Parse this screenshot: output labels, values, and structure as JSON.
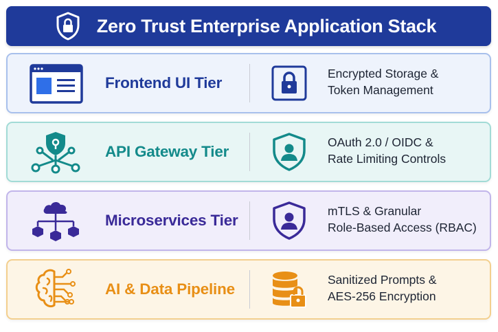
{
  "header": {
    "title": "Zero Trust Enterprise Application Stack",
    "icon": "shield-lock-icon"
  },
  "tiers": [
    {
      "title": "Frontend UI Tier",
      "left_icon": "browser-window-icon",
      "right_icon": "padlock-icon",
      "desc_line1": "Encrypted Storage &",
      "desc_line2": "Token Management",
      "accent": "#1f3a9a",
      "bg": "#eef3fc",
      "border": "#a8c0ec"
    },
    {
      "title": "API Gateway Tier",
      "left_icon": "shield-network-icon",
      "right_icon": "shield-user-icon",
      "desc_line1": "OAuth 2.0 / OIDC &",
      "desc_line2": "Rate Limiting Controls",
      "accent": "#138a8a",
      "bg": "#e8f6f5",
      "border": "#a2dbd6"
    },
    {
      "title": "Microservices Tier",
      "left_icon": "cloud-cubes-icon",
      "right_icon": "shield-user-icon",
      "desc_line1": "mTLS & Granular",
      "desc_line2": "Role-Based Access (RBAC)",
      "accent": "#3a2a98",
      "bg": "#f1eefb",
      "border": "#c1b5ea"
    },
    {
      "title": "AI & Data Pipeline",
      "left_icon": "brain-circuit-icon",
      "right_icon": "database-lock-icon",
      "desc_line1": "Sanitized Prompts &",
      "desc_line2": "AES-256 Encryption",
      "accent": "#e88f16",
      "bg": "#fdf5e6",
      "border": "#f3cf8e"
    }
  ]
}
